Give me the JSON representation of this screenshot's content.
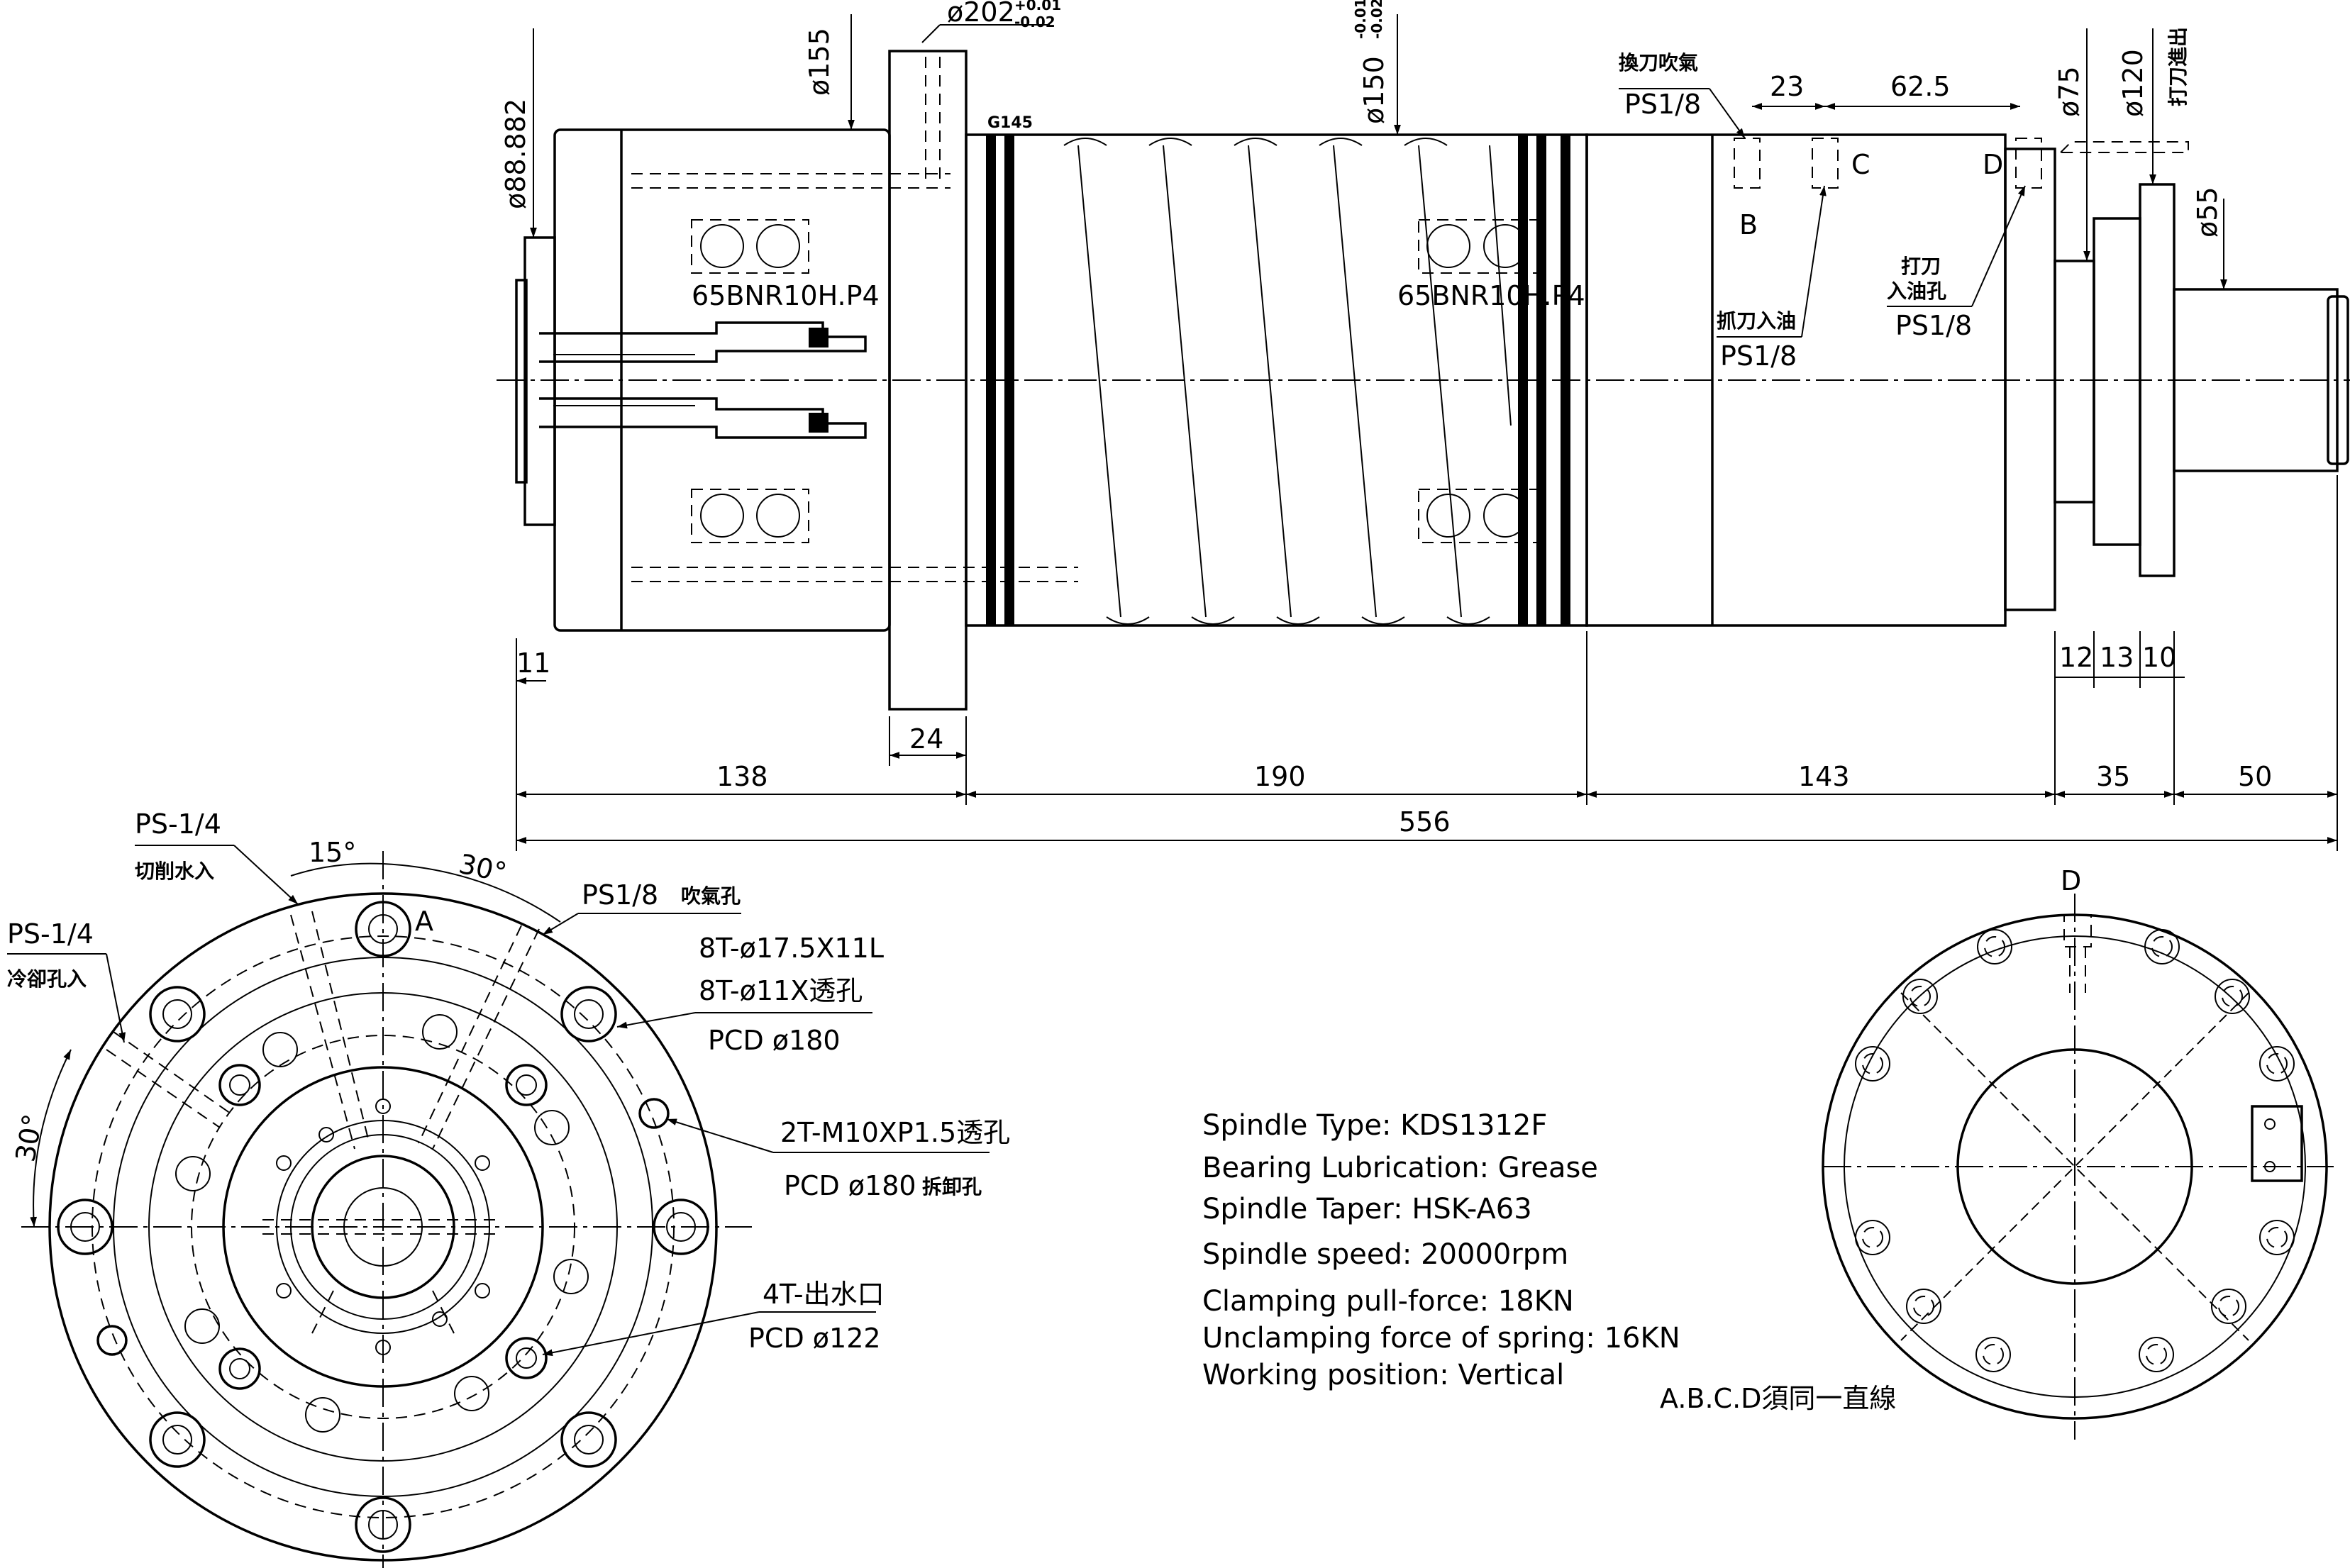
{
  "side_view": {
    "dia_202": "ø202",
    "dia_202_tol_upper": "+0.01",
    "dia_202_tol_lower": "-0.02",
    "dia_155": "ø155",
    "dia_88": "ø88.882",
    "g145": "G145",
    "dia_150": "ø150",
    "dia_150_tol_upper": "-0.01",
    "dia_150_tol_lower": "-0.02",
    "bearing_front": "65BNR10H.P4",
    "bearing_rear": "65BNR10H.P4",
    "tool_change_air_note": "換刀吹氣",
    "tool_change_air_port": "PS1/8",
    "dim_23": "23",
    "dim_62_5": "62.5",
    "dia_75": "ø75",
    "dia_120": "ø120",
    "drawbar_out_note": "打刀進出",
    "label_b": "B",
    "label_c": "C",
    "label_d": "D",
    "clamp_oil_note": "抓刀入油",
    "clamp_oil_port": "PS1/8",
    "unclamp_oil_note_1": "打刀",
    "unclamp_oil_note_2": "入油孔",
    "unclamp_oil_port": "PS1/8",
    "dia_55": "ø55",
    "dim_11": "11",
    "dim_24": "24",
    "dim_12": "12",
    "dim_13": "13",
    "dim_10": "10",
    "dim_138": "138",
    "dim_190": "190",
    "dim_143": "143",
    "dim_35": "35",
    "dim_50": "50",
    "dim_556": "556"
  },
  "front_view": {
    "coolant_in_port": "PS-1/4",
    "coolant_in_note": "切削水入",
    "angle_15": "15°",
    "angle_30_top": "30°",
    "label_a": "A",
    "air_port": "PS1/8",
    "air_port_note": "吹氣孔",
    "cooling_port": "PS-1/4",
    "cooling_port_note": "冷卻孔入",
    "holes_8t_1": "8T-ø17.5X11L",
    "holes_8t_2": "8T-ø11X透孔",
    "pcd_180_a": "PCD ø180",
    "angle_30_left": "30°",
    "holes_2t": "2T-M10XP1.5透孔",
    "pcd_180_b": "PCD ø180",
    "pcd_180_b_note": "拆卸孔",
    "water_out": "4T-出水口",
    "pcd_122": "PCD ø122"
  },
  "specs": [
    "Spindle Type: KDS1312F",
    "Bearing Lubrication: Grease",
    "Spindle Taper: HSK-A63",
    "Spindle speed: 20000rpm",
    "Clamping pull-force: 18KN",
    "Unclamping force of spring: 16KN",
    "Working position: Vertical"
  ],
  "rear_view": {
    "label_d": "D",
    "alignment_note": "A.B.C.D須同一直線"
  }
}
